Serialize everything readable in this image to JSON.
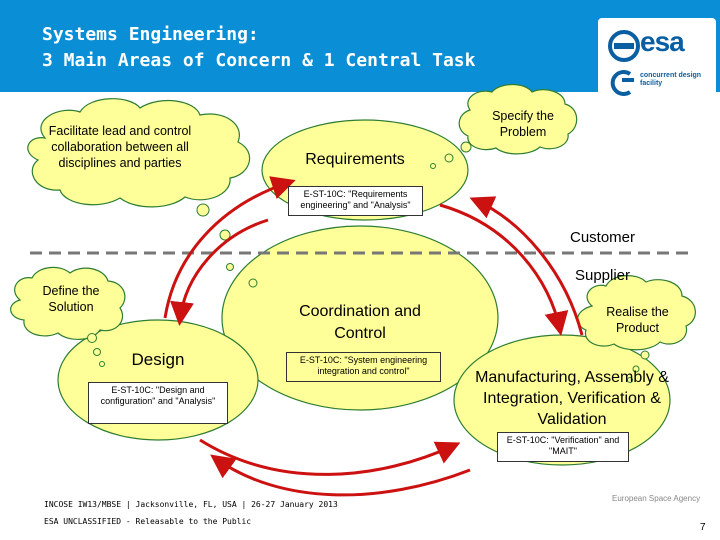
{
  "header": {
    "title": "Systems Engineering:\n3 Main Areas of Concern & 1 Central Task",
    "logo_esa": "esa",
    "logo_cdf": "concurrent design facility"
  },
  "diagram": {
    "customer_label": "Customer",
    "supplier_label": "Supplier",
    "requirements": {
      "title": "Requirements",
      "standard": "E-ST-10C: \"Requirements engineering\" and \"Analysis\""
    },
    "design": {
      "title": "Design",
      "standard": "E-ST-10C: \"Design and configuration\" and \"Analysis\""
    },
    "coordination": {
      "title": "Coordination and Control",
      "standard": "E-ST-10C: \"System engineering integration and control\""
    },
    "manufacturing": {
      "title": "Manufacturing, Assembly & Integration, Verification & Validation",
      "standard": "E-ST-10C: \"Verification\" and \"MAIT\""
    },
    "thoughts": {
      "facilitate": "Facilitate lead and control collaboration between all disciplines and parties",
      "specify": "Specify the Problem",
      "define": "Define the Solution",
      "realise": "Realise the Product"
    }
  },
  "footer": {
    "event": "INCOSE IW13/MBSE  | Jacksonville, FL, USA | 26-27 January 2013",
    "classification": "ESA UNCLASSIFIED - Releasable to the Public",
    "agency": "European Space Agency",
    "page_number": "7"
  },
  "colors": {
    "header_bg": "#0a8fd6",
    "cloud_fill": "#ffff99",
    "ellipse_fill": "#ffff99",
    "outline": "#2e7d32",
    "arrow": "#cc1111",
    "dash": "#777777"
  }
}
